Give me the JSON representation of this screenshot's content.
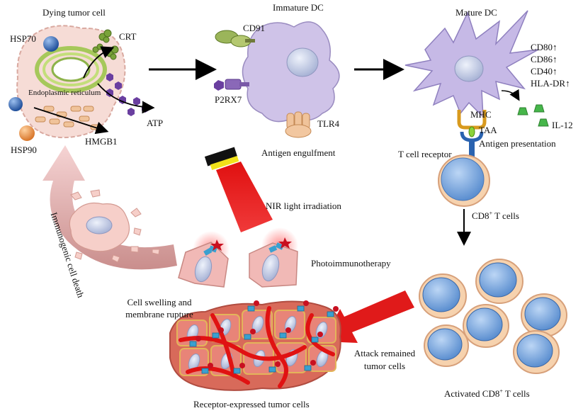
{
  "labels": {
    "dying_tumor_cell": "Dying tumor cell",
    "immature_dc": "Immature DC",
    "mature_dc": "Mature DC",
    "hsp70": "HSP70",
    "crt": "CRT",
    "endoplasmic_reticulum": "Endoplasmic reticulum",
    "atp": "ATP",
    "hsp90": "HSP90",
    "hmgb1": "HMGB1",
    "cd91": "CD91",
    "p2rx7": "P2RX7",
    "tlr4": "TLR4",
    "antigen_engulfment": "Antigen engulfment",
    "cd80": "CD80↑",
    "cd86": "CD86↑",
    "cd40": "CD40↑",
    "hla_dr": "HLA-DR↑",
    "il12": "IL-12",
    "mhc": "MHC",
    "taa": "TAA",
    "t_cell_receptor": "T cell receptor",
    "antigen_presentation": "Antigen presentation",
    "cd8_t_cells_prefix": "CD8",
    "cd8_t_cells_sup": "+",
    "cd8_t_cells_suffix": " T cells",
    "nir_light": "NIR light irradiation",
    "immunogenic_cell_death": "Immunogenic cell death",
    "photoimmunotherapy": "Photoimmunotherapy",
    "cell_swelling_line1": "Cell swelling and",
    "cell_swelling_line2": "membrane rupture",
    "attack_line1": "Attack remained",
    "attack_line2": "tumor cells",
    "activated_prefix": "Activated CD8",
    "activated_sup": "+",
    "activated_suffix": " T cells",
    "receptor_tumor_cells": "Receptor-expressed tumor cells"
  },
  "colors": {
    "dc_purple": "#c9bde6",
    "tumor_pink": "#f3cfc9",
    "t_cell_blue": "#6f9bd6",
    "t_cell_rim": "#e9b98a",
    "crt_green": "#7aa33a",
    "atp_purple": "#6a3fa0",
    "receptor_blue": "#3aa0d0",
    "laser_red": "#e01a1a",
    "il12_green": "#46b64a",
    "hsp70_blue": "#2f63b5",
    "hsp90_orange": "#e8903a"
  }
}
